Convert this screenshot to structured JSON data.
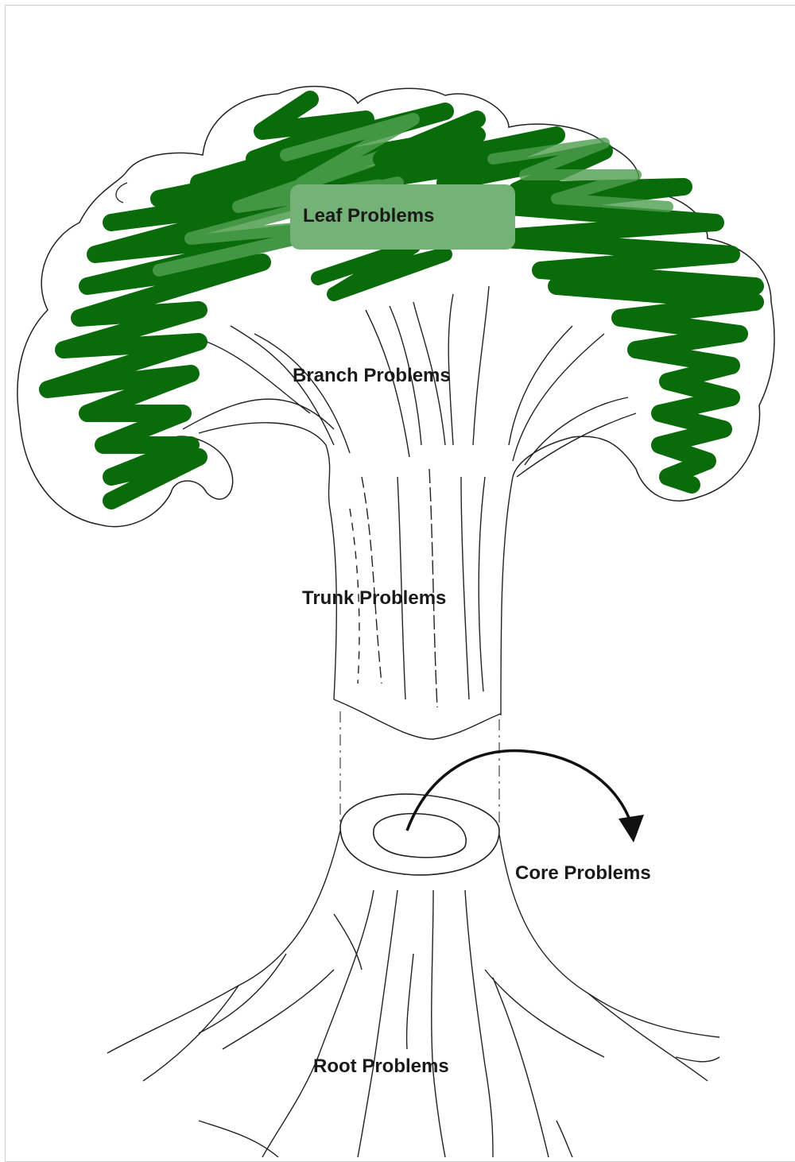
{
  "colors": {
    "foliage_dark": "#0a6b0a",
    "foliage_light": "#4e9e4e",
    "leaf_box": "#75b277",
    "ink": "#1a1a1a",
    "arrow": "#111111"
  },
  "labels": {
    "leaf": "Leaf Problems",
    "branch": "Branch Problems",
    "trunk": "Trunk Problems",
    "core": "Core Problems",
    "root": "Root Problems"
  }
}
